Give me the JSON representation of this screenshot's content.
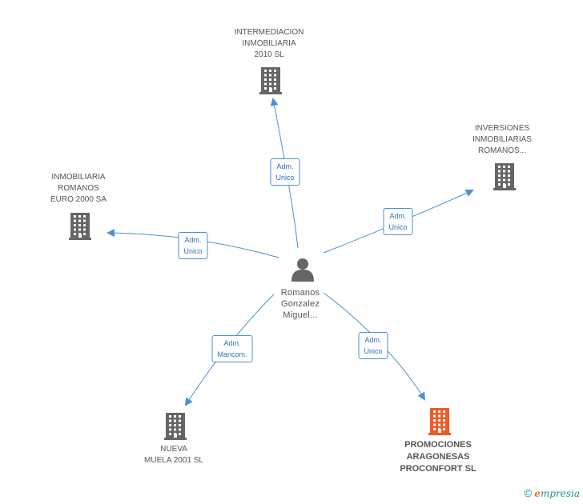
{
  "colors": {
    "edge": "#4a90d9",
    "building": "#666666",
    "building_highlight": "#f05a28",
    "person": "#666666"
  },
  "center": {
    "label": [
      "Romanos",
      "Gonzalez",
      "Miguel..."
    ],
    "icon": "person-icon"
  },
  "companies": [
    {
      "id": "intermediacion",
      "label": [
        "INTERMEDIACION",
        "INMOBILIARIA",
        "2010 SL"
      ],
      "icon": "building-icon",
      "highlight": false
    },
    {
      "id": "inversiones",
      "label": [
        "INVERSIONES",
        "INMOBILIARIAS",
        "ROMANOS..."
      ],
      "icon": "building-icon",
      "highlight": false
    },
    {
      "id": "inmobiliaria-romanos",
      "label": [
        "INMOBILIARIA",
        "ROMANOS",
        "EURO 2000 SA"
      ],
      "icon": "building-icon",
      "highlight": false
    },
    {
      "id": "nueva-muela",
      "label": [
        "NUEVA",
        "MUELA 2001 SL"
      ],
      "icon": "building-icon",
      "highlight": false
    },
    {
      "id": "promociones",
      "label": [
        "PROMOCIONES",
        "ARAGONESAS",
        "PROCONFORT SL"
      ],
      "icon": "building-icon",
      "highlight": true
    }
  ],
  "edges": [
    {
      "to": "intermediacion",
      "label": [
        "Adm.",
        "Unico"
      ]
    },
    {
      "to": "inversiones",
      "label": [
        "Adm.",
        "Unico"
      ]
    },
    {
      "to": "inmobiliaria-romanos",
      "label": [
        "Adm.",
        "Unico"
      ]
    },
    {
      "to": "nueva-muela",
      "label": [
        "Adm.",
        "Mancom."
      ]
    },
    {
      "to": "promociones",
      "label": [
        "Adm.",
        "Unico"
      ]
    }
  ],
  "footer": {
    "copyright": "©",
    "brand_initial": "e",
    "brand_rest": "mpresia"
  }
}
